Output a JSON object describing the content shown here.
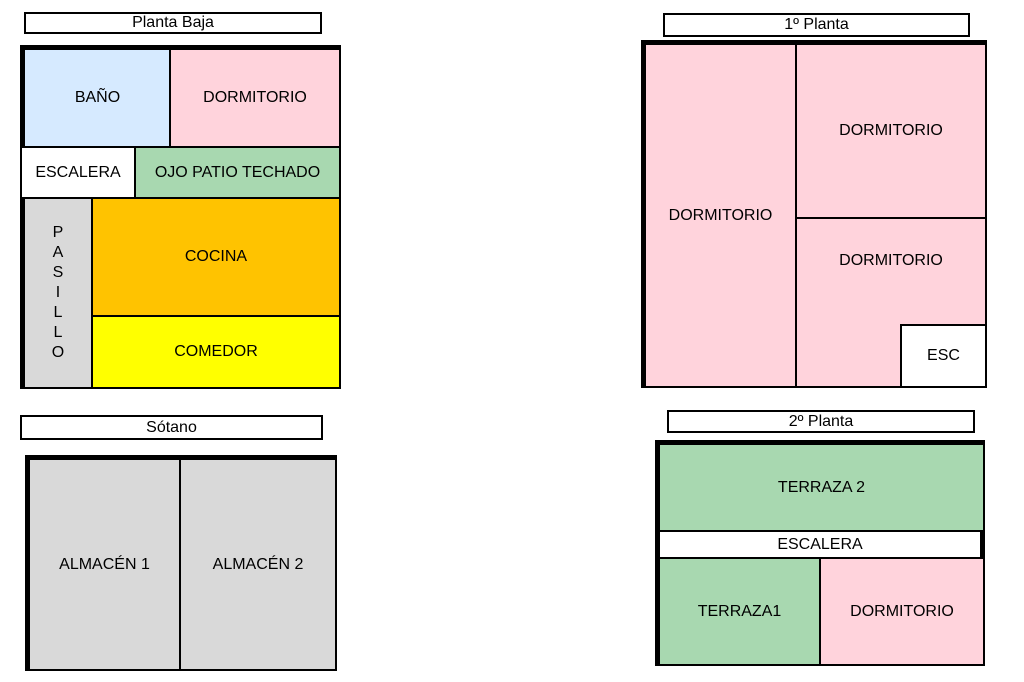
{
  "colors": {
    "bano": "#d6eaff",
    "dormitorio": "#ffd3dc",
    "escalera": "#ffffff",
    "ojo_patio": "#a8d8b0",
    "cocina": "#ffc300",
    "comedor": "#ffff00",
    "pasillo": "#d9d9d9",
    "almacen": "#d9d9d9",
    "terraza": "#a8d8b0",
    "border": "#000000"
  },
  "planta_baja": {
    "title": "Planta Baja",
    "rooms": {
      "bano": "BAÑO",
      "dormitorio": "DORMITORIO",
      "escalera": "ESCALERA",
      "ojo_patio": "OJO PATIO TECHADO",
      "pasillo": [
        "P",
        "A",
        "S",
        "I",
        "L",
        "L",
        "O"
      ],
      "cocina": "COCINA",
      "comedor": "COMEDOR"
    }
  },
  "primera_planta": {
    "title": "1º Planta",
    "rooms": {
      "dormitorio_left": "DORMITORIO",
      "dormitorio_top_right": "DORMITORIO",
      "dormitorio_bottom_right": "DORMITORIO",
      "esc": "ESC"
    }
  },
  "sotano": {
    "title": "Sótano",
    "rooms": {
      "almacen1": "ALMACÉN 1",
      "almacen2": "ALMACÉN 2"
    }
  },
  "segunda_planta": {
    "title": "2º Planta",
    "rooms": {
      "terraza2": "TERRAZA 2",
      "escalera": "ESCALERA",
      "terraza1": "TERRAZA1",
      "dormitorio": "DORMITORIO"
    }
  }
}
